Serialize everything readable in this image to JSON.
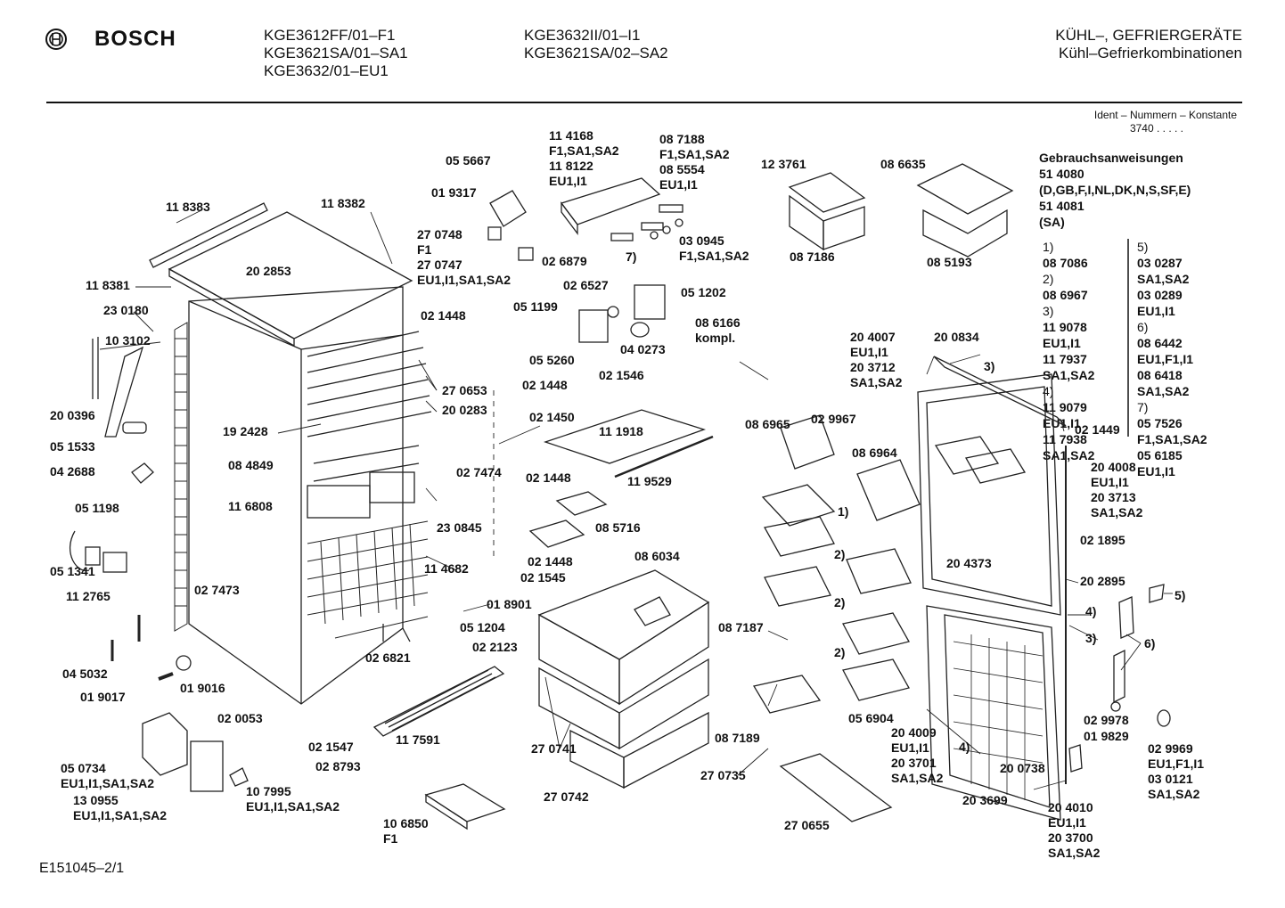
{
  "header": {
    "brand": "BOSCH",
    "models_col1": [
      "KGE3612FF/01–F1",
      "KGE3621SA/01–SA1",
      "KGE3632/01–EU1"
    ],
    "models_col2": [
      "KGE3632II/01–I1",
      "KGE3621SA/02–SA2"
    ],
    "category": "KÜHL–, GEFRIERGERÄTE",
    "subcategory": "Kühl–Gefrierkombinationen"
  },
  "ident": {
    "label": "Ident – Nummern – Konstante",
    "value": "3740 . . . . ."
  },
  "manuals": {
    "title": "Gebrauchsanweisungen",
    "lines": [
      "51 4080",
      "(D,GB,F,I,NL,DK,N,S,SF,E)",
      "51 4081",
      "(SA)"
    ]
  },
  "variants_left": [
    {
      "key": "1)",
      "lines": [
        "08 7086"
      ]
    },
    {
      "key": "2)",
      "lines": [
        "08 6967"
      ]
    },
    {
      "key": "3)",
      "lines": [
        "11 9078",
        "EU1,I1",
        "11 7937",
        "SA1,SA2"
      ]
    },
    {
      "key": "4)",
      "lines": [
        "11 9079",
        "EU1,I1",
        "11 7938",
        "SA1,SA2"
      ]
    }
  ],
  "variants_right": [
    {
      "key": "5)",
      "lines": [
        "03 0287",
        "SA1,SA2",
        "03 0289",
        "EU1,I1"
      ]
    },
    {
      "key": "6)",
      "lines": [
        "08 6442",
        "EU1,F1,I1",
        "08 6418",
        "SA1,SA2"
      ]
    },
    {
      "key": "7)",
      "lines": [
        "05 7526",
        "F1,SA1,SA2",
        "05 6185",
        "EU1,I1"
      ]
    }
  ],
  "part_labels": [
    "11 8383",
    "11 8382",
    "20 2853",
    "11 8381",
    "23 0180",
    "10 3102",
    "20 0396",
    "05 1533",
    "04 2688",
    "05 1198",
    "05 1341",
    "11 2765",
    "04 5032",
    "01 9017",
    "01 9016",
    "05 0734\nEU1,I1,SA1,SA2",
    "13 0955\nEU1,I1,SA1,SA2",
    "10 7995\nEU1,I1,SA1,SA2",
    "10 6850\nF1",
    "02 0053",
    "02 1547",
    "02 8793",
    "11 7591",
    "02 6821",
    "19 2428",
    "08 4849",
    "11 6808",
    "02 7473",
    "27 0653",
    "20 0283",
    "23 0845",
    "11 4682",
    "01 8901",
    "05 1204",
    "02 2123",
    "05 5667",
    "01 9317",
    "02 6879",
    "27 0748\nF1\n27 0747\nEU1,I1,SA1,SA2",
    "02 1448",
    "05 1199",
    "11 4168\nF1,SA1,SA2\n11 8122\nEU1,I1",
    "08 7188\nF1,SA1,SA2\n08 5554\nEU1,I1",
    "7)",
    "03 0945\nF1,SA1,SA2",
    "02 6527",
    "05 1202",
    "05 5260",
    "04 0273",
    "02 1546",
    "02 1448",
    "02 1450",
    "11 1918",
    "02 7474",
    "02 1448",
    "11 9529",
    "08 5716",
    "02 1448",
    "02 1545",
    "08 6034",
    "27 0741",
    "27 0742",
    "08 7187",
    "08 7189",
    "27 0735",
    "27 0655",
    "12 3761",
    "08 7186",
    "08 6635",
    "08 5193",
    "08 6166\nkompl.",
    "20 4007\nEU1,I1\n20 3712\nSA1,SA2",
    "20 0834",
    "3)",
    "02 1449",
    "08 6965",
    "02 9967",
    "08 6964",
    "1)",
    "2)",
    "2)",
    "2)",
    "20 4373",
    "20 4008\nEU1,I1\n20 3713\nSA1,SA2",
    "02 1895",
    "20 2895",
    "4)",
    "3)",
    "5)",
    "6)",
    "05 6904",
    "20 4009\nEU1,I1\n20 3701\nSA1,SA2",
    "4)",
    "20 0738",
    "20 3699",
    "02 9978",
    "01 9829",
    "02 9969\nEU1,F1,I1\n03 0121\nSA1,SA2",
    "20 4010\nEU1,I1\n20 3700\nSA1,SA2"
  ],
  "footer": "E151045–2/1"
}
